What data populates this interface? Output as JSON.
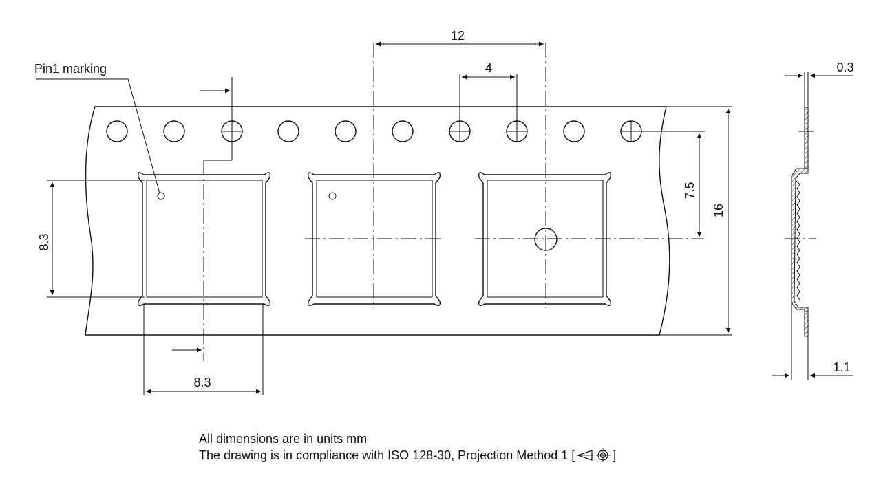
{
  "labels": {
    "pin1": "Pin1 marking",
    "dim_pitch_pocket": "12",
    "dim_pitch_hole": "4",
    "dim_hole_to_center": "7.5",
    "dim_tape_width": "16",
    "dim_pocket_height": "8.3",
    "dim_pocket_width": "8.3",
    "dim_thickness": "0.3",
    "dim_depth": "1.1"
  },
  "notes": {
    "line1": "All dimensions are in units mm",
    "line2": "The drawing is in compliance with ISO 128-30, Projection Method 1 [",
    "line2_close": "]"
  }
}
